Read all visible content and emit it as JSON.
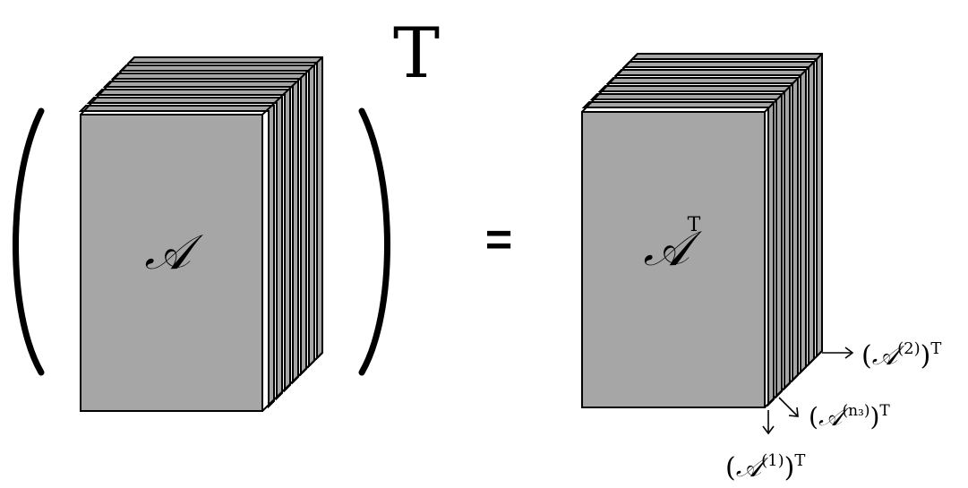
{
  "left_tensor": {
    "symbol": "𝒜"
  },
  "transpose_operator": "T",
  "equals_sign": "=",
  "right_tensor": {
    "symbol": "𝒜",
    "superscript": "T"
  },
  "slice_labels": {
    "first": {
      "paren_open": "(",
      "symbol": "𝒜",
      "index": "(1)",
      "paren_close": ")",
      "superscript": "T"
    },
    "second": {
      "paren_open": "(",
      "symbol": "𝒜",
      "index": "(2)",
      "paren_close": ")",
      "superscript": "T"
    },
    "last": {
      "paren_open": "(",
      "symbol": "𝒜",
      "index": "(n₃)",
      "paren_close": ")",
      "superscript": "T"
    }
  },
  "colors": {
    "face": "#a6a6a6",
    "stroke": "#000000",
    "background": "#ffffff"
  }
}
